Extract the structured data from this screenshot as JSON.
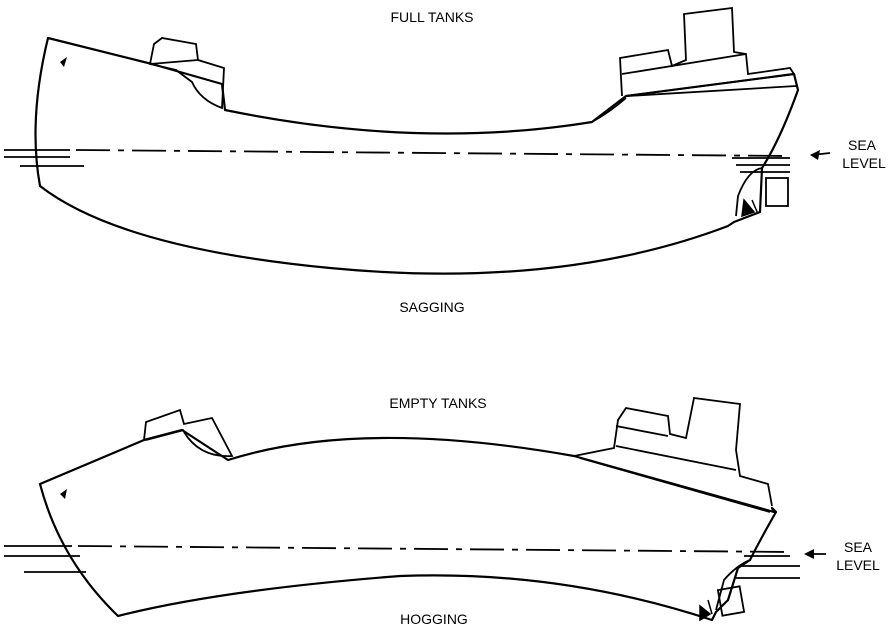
{
  "top": {
    "title": "FULL TANKS",
    "caption": "SAGGING",
    "sea_level_line1": "SEA",
    "sea_level_line2": "LEVEL"
  },
  "bottom": {
    "title": "EMPTY TANKS",
    "caption": "HOGGING",
    "sea_level_line1": "SEA",
    "sea_level_line2": "LEVEL"
  },
  "icons": {
    "arrow": "left-arrow-icon",
    "propeller": "propeller-icon"
  }
}
